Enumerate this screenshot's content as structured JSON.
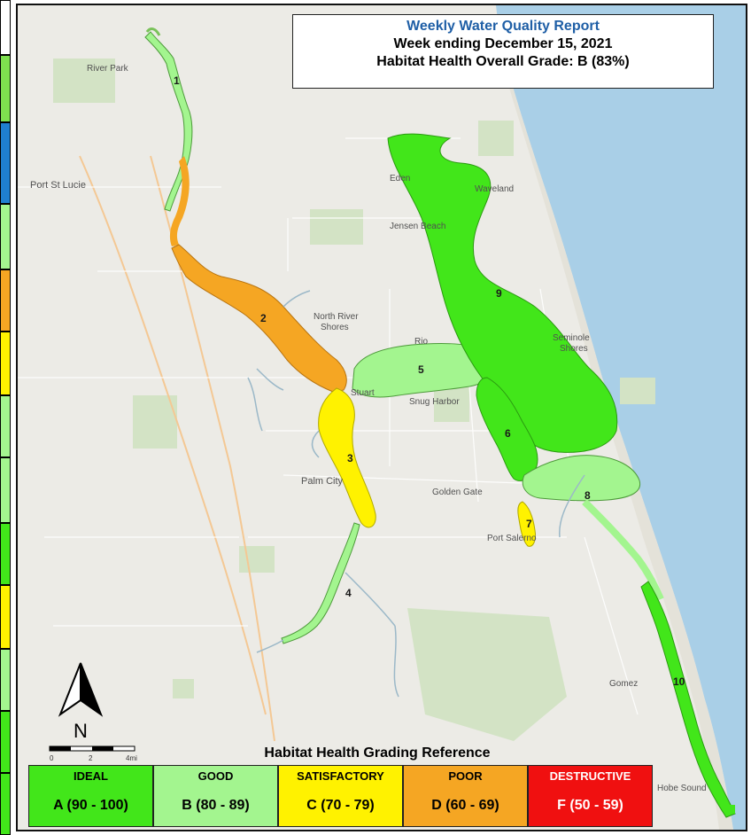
{
  "title": {
    "line1": "Weekly Water Quality Report",
    "line2": "Week ending December 15, 2021",
    "line3": "Habitat Health Overall Grade: B (83%)"
  },
  "colors": {
    "ideal": "#42e61a",
    "good": "#a3f58f",
    "satisfactory": "#fff200",
    "poor": "#f5a623",
    "destructive": "#f01010",
    "water": "#a9cfe7",
    "land": "#ecebe6",
    "accent": "#1f5fa6"
  },
  "places": {
    "river_park": "River Park",
    "port_st_lucie": "Port St Lucie",
    "eden": "Eden",
    "waveland": "Waveland",
    "jensen_beach": "Jensen Beach",
    "north_river_shores_1": "North River",
    "north_river_shores_2": "Shores",
    "rio": "Rio",
    "seminole_shores_1": "Seminole",
    "seminole_shores_2": "Shores",
    "stuart": "Stuart",
    "snug_harbor": "Snug Harbor",
    "palm_city": "Palm City",
    "golden_gate": "Golden Gate",
    "port_salerno": "Port Salerno",
    "gomez": "Gomez",
    "hobe_sound": "Hobe Sound"
  },
  "segments": [
    {
      "id": "1",
      "grade": "good"
    },
    {
      "id": "2",
      "grade": "poor"
    },
    {
      "id": "3",
      "grade": "satisfactory"
    },
    {
      "id": "4",
      "grade": "good"
    },
    {
      "id": "5",
      "grade": "good"
    },
    {
      "id": "6",
      "grade": "ideal"
    },
    {
      "id": "7",
      "grade": "satisfactory"
    },
    {
      "id": "8",
      "grade": "good"
    },
    {
      "id": "9",
      "grade": "ideal"
    },
    {
      "id": "10",
      "grade": "ideal"
    }
  ],
  "north": "N",
  "scale": {
    "t0": "0",
    "t1": "2",
    "t2": "4mi"
  },
  "legend": {
    "title": "Habitat Health Grading Reference",
    "items": [
      {
        "label": "IDEAL",
        "range": "A (90 - 100)",
        "color": "#42e61a",
        "text": "#000000"
      },
      {
        "label": "GOOD",
        "range": "B (80 - 89)",
        "color": "#a3f58f",
        "text": "#000000"
      },
      {
        "label": "SATISFACTORY",
        "range": "C (70 - 79)",
        "color": "#fff200",
        "text": "#000000"
      },
      {
        "label": "POOR",
        "range": "D (60 - 69)",
        "color": "#f5a623",
        "text": "#000000"
      },
      {
        "label": "DESTRUCTIVE",
        "range": "F (50 - 59)",
        "color": "#f01010",
        "text": "#ffffff"
      }
    ]
  }
}
